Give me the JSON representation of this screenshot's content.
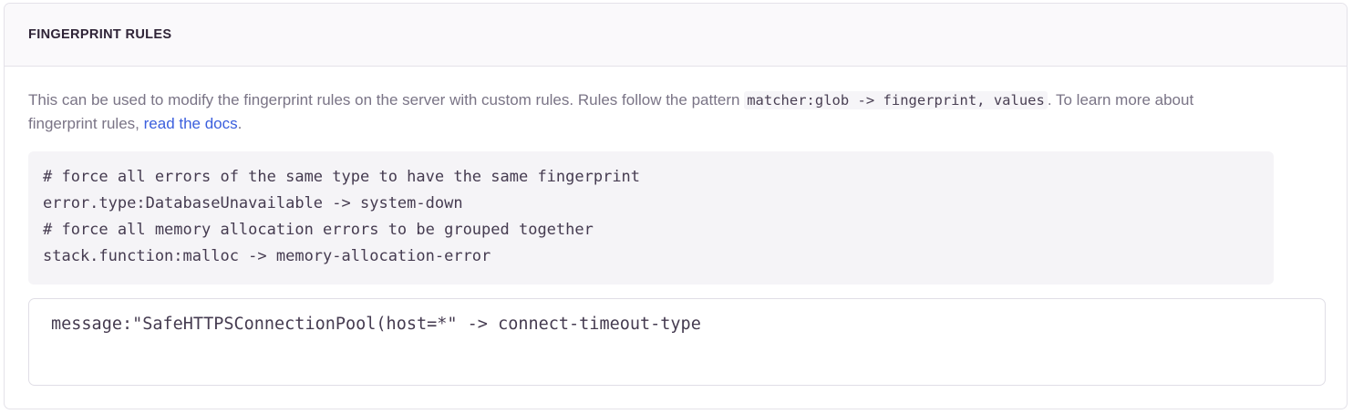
{
  "panel": {
    "title": "FINGERPRINT RULES",
    "description": {
      "before_code": "This can be used to modify the fingerprint rules on the server with custom rules. Rules follow the pattern ",
      "inline_code": "matcher:glob -> fingerprint, values",
      "after_code": ". To learn more about fingerprint rules, ",
      "link_label": "read the docs",
      "tail": "."
    },
    "example_code": "# force all errors of the same type to have the same fingerprint\nerror.type:DatabaseUnavailable -> system-down\n# force all memory allocation errors to be grouped together\nstack.function:malloc -> memory-allocation-error",
    "rules_input": {
      "value": "message:\"SafeHTTPSConnectionPool(host=*\" -> connect-timeout-type",
      "placeholder": ""
    }
  },
  "colors": {
    "panel_border": "#e4e2e9",
    "header_bg": "#faf9fb",
    "title_text": "#2f2437",
    "body_text": "#7a7486",
    "link": "#3b5fdd",
    "code_bg": "#f5f4f7",
    "code_text": "#453b50",
    "input_border": "#e0dee6"
  }
}
